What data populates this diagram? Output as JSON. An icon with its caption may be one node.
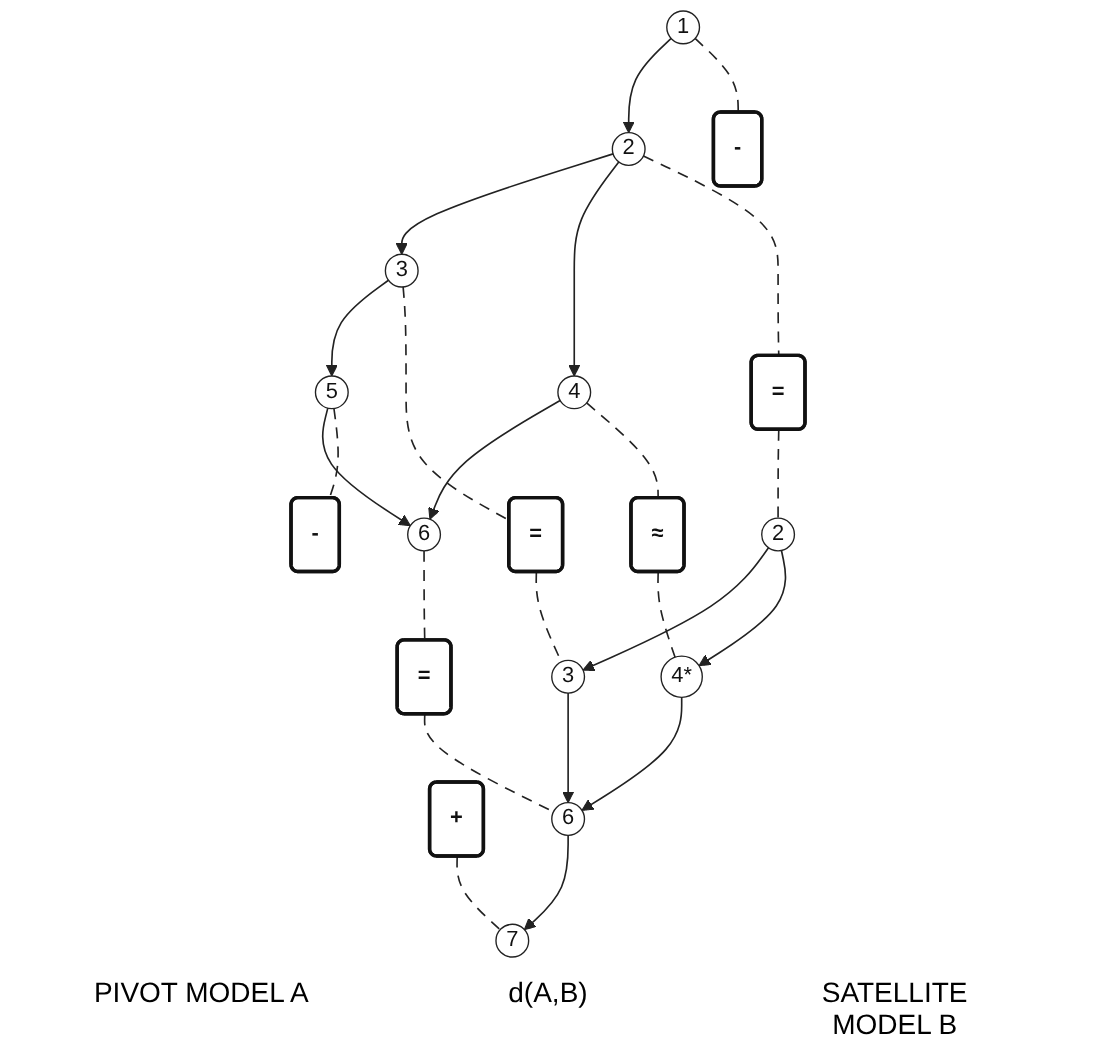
{
  "diagram": {
    "nodes": [
      {
        "text": [
          "1"
        ]
      },
      {
        "text": [
          "2"
        ]
      },
      {
        "text": [
          "3"
        ]
      },
      {
        "text": [
          "4"
        ]
      },
      {
        "text": [
          "5"
        ]
      },
      {
        "text": [
          "6"
        ]
      },
      {
        "text": [
          "-"
        ]
      },
      {
        "text": [
          "="
        ]
      },
      {
        "text": [
          "="
        ]
      },
      {
        "text": [
          "≈"
        ]
      },
      {
        "text": [
          "-"
        ]
      },
      {
        "text": [
          "="
        ]
      },
      {
        "text": [
          "+"
        ]
      },
      {
        "text": [
          "2"
        ]
      },
      {
        "text": [
          "3"
        ]
      },
      {
        "text": [
          "4*"
        ]
      },
      {
        "text": [
          "6"
        ]
      },
      {
        "text": [
          "7"
        ]
      }
    ],
    "edges": [
      {
        "from": 0,
        "to": 1,
        "arrow": "to"
      },
      {
        "from": 1,
        "to": 2,
        "arrow": "to"
      },
      {
        "from": 1,
        "to": 3,
        "arrow": "to"
      },
      {
        "from": 2,
        "to": 4,
        "arrow": "to"
      },
      {
        "from": 4,
        "to": 5,
        "arrow": "to"
      },
      {
        "from": 3,
        "to": 5,
        "arrow": "to"
      },
      {
        "from": 13,
        "to": 14,
        "arrow": "to"
      },
      {
        "from": 13,
        "to": 15,
        "arrow": "to"
      },
      {
        "from": 14,
        "to": 16,
        "arrow": "to"
      },
      {
        "from": 15,
        "to": 16,
        "arrow": "to"
      },
      {
        "from": 16,
        "to": 17,
        "arrow": "to"
      },
      {
        "from": 0,
        "to": 6,
        "arrow": "none",
        "style": "dashed"
      },
      {
        "from": 1,
        "to": 7,
        "arrow": "none",
        "style": "dashed"
      },
      {
        "from": 7,
        "to": 13,
        "arrow": "none",
        "style": "dashed"
      },
      {
        "from": 2,
        "to": 8,
        "arrow": "none",
        "style": "dashed"
      },
      {
        "from": 8,
        "to": 14,
        "arrow": "none",
        "style": "dashed"
      },
      {
        "from": 3,
        "to": 9,
        "arrow": "none",
        "style": "dashed"
      },
      {
        "from": 9,
        "to": 15,
        "arrow": "none",
        "style": "dashed"
      },
      {
        "from": 4,
        "to": 10,
        "arrow": "none",
        "style": "dashed"
      },
      {
        "from": 5,
        "to": 11,
        "arrow": "none",
        "style": "dashed"
      },
      {
        "from": 11,
        "to": 16,
        "arrow": "none",
        "style": "dashed"
      },
      {
        "from": 12,
        "to": 17,
        "arrow": "none",
        "style": "dashed"
      }
    ],
    "labels": [
      "PIVOT MODEL A",
      "d(A,B)",
      "SATELLITE MODEL B"
    ]
  }
}
